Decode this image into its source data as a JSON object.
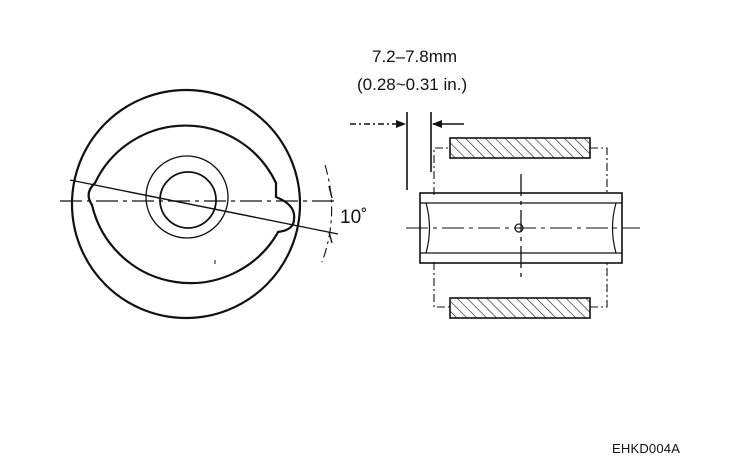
{
  "figure": {
    "dimension_mm": "7.2–7.8mm",
    "dimension_in": "(0.28~0.31 in.)",
    "angle_label": "10˚",
    "figure_code": "EHKD004A"
  },
  "colors": {
    "ink": "#111111",
    "background": "#ffffff"
  }
}
